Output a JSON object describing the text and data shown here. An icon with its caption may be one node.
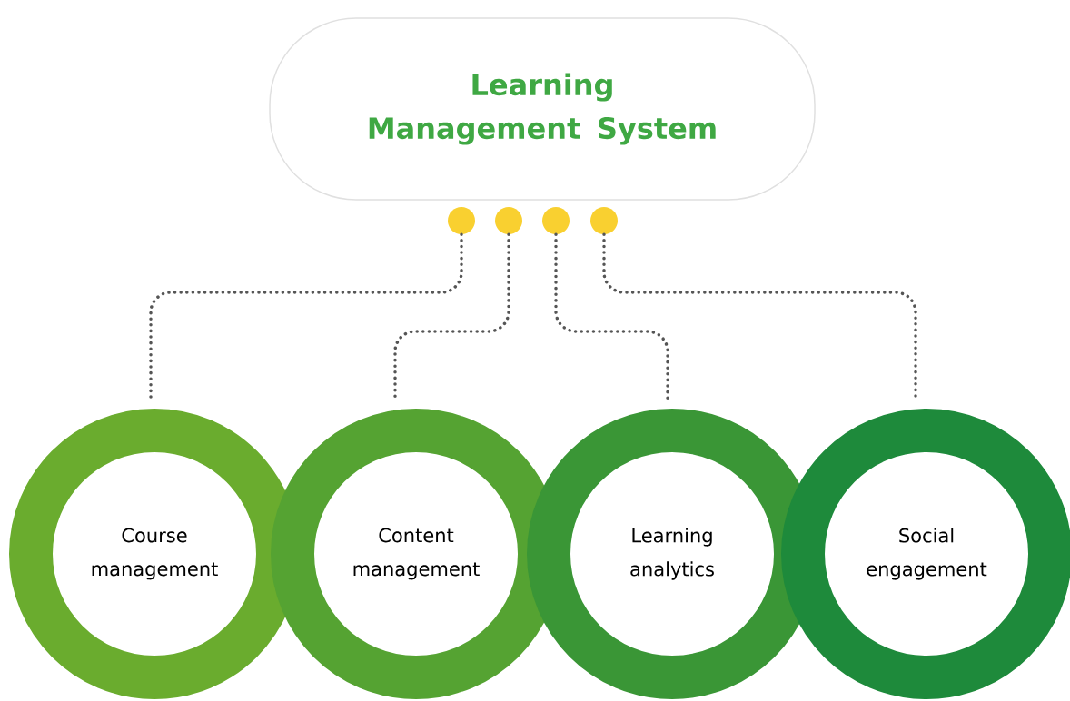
{
  "diagram": {
    "nodes": [
      {
        "text": [
          "Learning Management System"
        ]
      },
      {
        "text": [],
        "shape": "circle"
      },
      {
        "text": [],
        "shape": "circle"
      },
      {
        "text": [],
        "shape": "circle"
      },
      {
        "text": [],
        "shape": "circle"
      },
      {
        "text": [
          "Course management"
        ]
      },
      {
        "text": [
          "Content management"
        ]
      },
      {
        "text": [
          "Learning analytics"
        ]
      },
      {
        "text": [
          "Social engagement"
        ]
      }
    ],
    "edges": [
      {
        "from": 1,
        "to": 5,
        "arrow": "none"
      },
      {
        "from": 2,
        "to": 6,
        "arrow": "none"
      },
      {
        "from": 3,
        "to": 7,
        "arrow": "none"
      },
      {
        "from": 4,
        "to": 8,
        "arrow": "none"
      }
    ]
  }
}
